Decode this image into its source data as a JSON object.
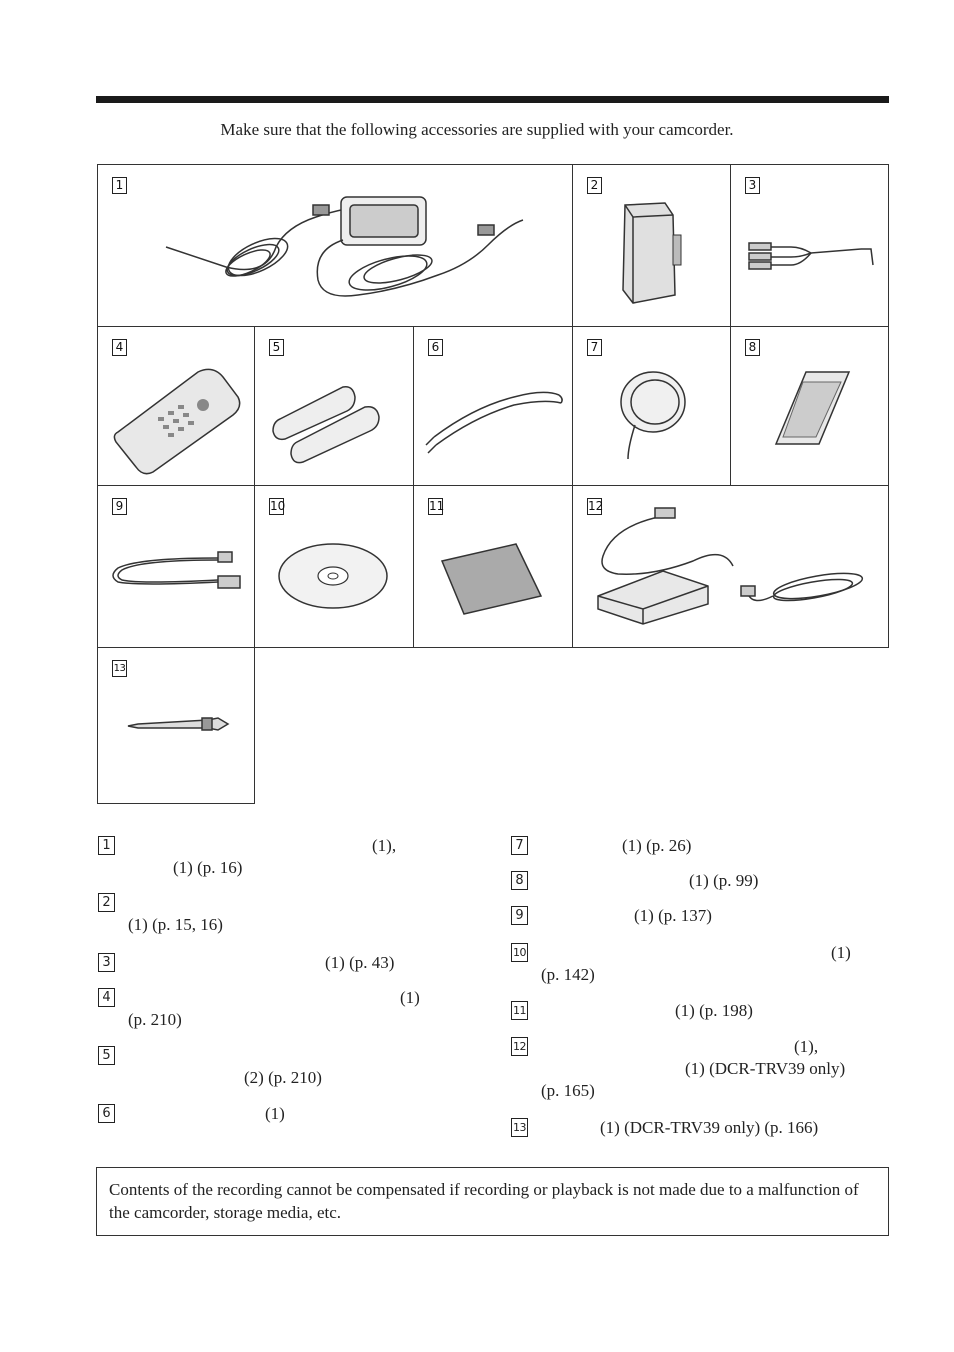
{
  "intro": "Make sure that the following accessories are supplied with your camcorder.",
  "cells": [
    {
      "num": "1",
      "icon": "ac-adaptor-icon"
    },
    {
      "num": "2",
      "icon": "battery-pack-icon"
    },
    {
      "num": "3",
      "icon": "av-cable-icon"
    },
    {
      "num": "4",
      "icon": "remote-commander-icon"
    },
    {
      "num": "5",
      "icon": "aa-batteries-icon"
    },
    {
      "num": "6",
      "icon": "shoulder-strap-icon"
    },
    {
      "num": "7",
      "icon": "lens-cap-icon"
    },
    {
      "num": "8",
      "icon": "memory-stick-icon"
    },
    {
      "num": "9",
      "icon": "usb-cable-icon"
    },
    {
      "num": "10",
      "icon": "cd-rom-icon"
    },
    {
      "num": "11",
      "icon": "cleaning-cloth-icon"
    },
    {
      "num": "12",
      "icon": "bluetooth-modem-adaptor-icon"
    },
    {
      "num": "13",
      "icon": "stylus-pen-icon"
    }
  ],
  "list_left": [
    {
      "num": "1",
      "line1": "(1),",
      "line2": "(1) (p. 16)"
    },
    {
      "num": "2",
      "line1": "",
      "line2": "(1) (p. 15, 16)"
    },
    {
      "num": "3",
      "line1": "(1) (p. 43)",
      "line2": ""
    },
    {
      "num": "4",
      "line1": "(1)",
      "line2": "(p. 210)"
    },
    {
      "num": "5",
      "line1": "",
      "line2": "(2) (p. 210)"
    },
    {
      "num": "6",
      "line1": "(1)",
      "line2": ""
    }
  ],
  "list_right": [
    {
      "num": "7",
      "line1": "(1) (p. 26)",
      "line2": "",
      "line3": ""
    },
    {
      "num": "8",
      "line1": "(1) (p. 99)",
      "line2": "",
      "line3": ""
    },
    {
      "num": "9",
      "line1": "(1) (p. 137)",
      "line2": "",
      "line3": ""
    },
    {
      "num": "10",
      "line1": "(1)",
      "line2": "(p. 142)",
      "line3": ""
    },
    {
      "num": "11",
      "line1": "(1) (p. 198)",
      "line2": "",
      "line3": ""
    },
    {
      "num": "12",
      "line1": "(1),",
      "line2": "(1) (DCR-TRV39 only)",
      "line3": "(p. 165)"
    },
    {
      "num": "13",
      "line1": "(1) (DCR-TRV39 only) (p. 166)",
      "line2": "",
      "line3": ""
    }
  ],
  "note": "Contents of the recording cannot be compensated if recording or playback is not made due to a malfunction of the camcorder, storage media, etc."
}
